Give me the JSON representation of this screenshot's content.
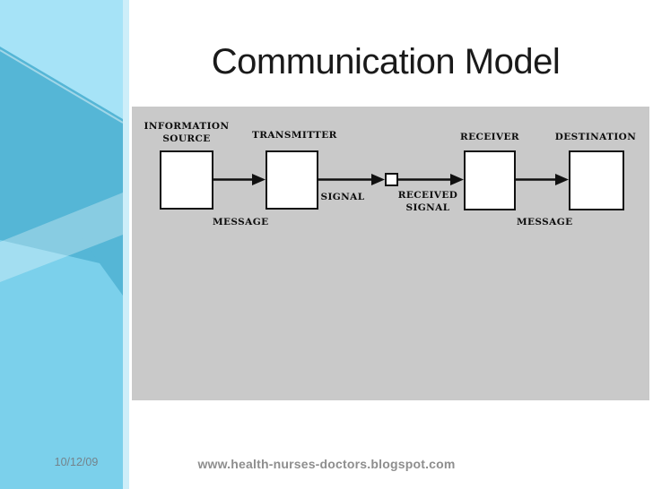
{
  "slide": {
    "title": "Communication Model",
    "date": "10/12/09",
    "footer_url": "www.health-nurses-doctors.blogspot.com"
  },
  "diagram": {
    "type": "flow",
    "description_labels_font": "bold serif capitals",
    "nodes": [
      {
        "id": "information-source",
        "label": "INFORMATION SOURCE"
      },
      {
        "id": "transmitter",
        "label": "TRANSMITTER"
      },
      {
        "id": "noise-junction",
        "label": ""
      },
      {
        "id": "receiver",
        "label": "RECEIVER"
      },
      {
        "id": "destination",
        "label": "DESTINATION"
      }
    ],
    "edge_labels": [
      {
        "id": "message-left",
        "label": "MESSAGE"
      },
      {
        "id": "signal",
        "label": "SIGNAL"
      },
      {
        "id": "received-signal",
        "label": "RECEIVED SIGNAL"
      },
      {
        "id": "message-right",
        "label": "MESSAGE"
      }
    ]
  },
  "colors": {
    "panel_background": "#c9c9c9",
    "sidebar_light": "#a6e3f7",
    "sidebar_dark": "#55b6d6",
    "sidebar_base": "#7bd0eb",
    "sidebar_edge_strip": "#cdeef9",
    "title_text": "#1a1a1a",
    "footer_text": "#8e8e8e",
    "date_text": "#74838b",
    "diagram_line": "#111111"
  }
}
